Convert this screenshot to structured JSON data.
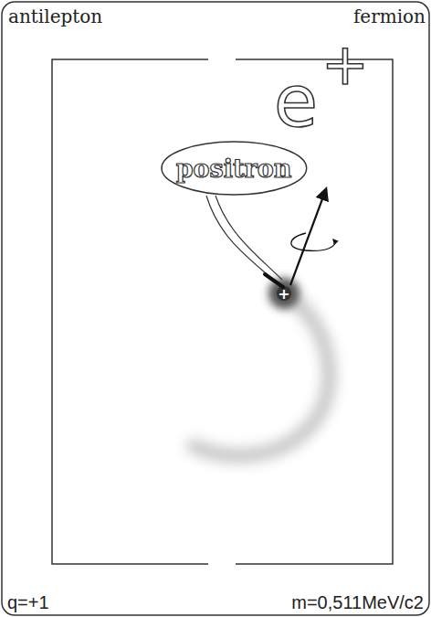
{
  "diagram": {
    "nodes": [
      {
        "text": [
          "positron"
        ]
      }
    ],
    "edges": [],
    "labels": [
      "antilepton",
      "fermion",
      "e",
      "+",
      "+",
      "q=+1",
      "m=0,511MeV/c2"
    ]
  }
}
